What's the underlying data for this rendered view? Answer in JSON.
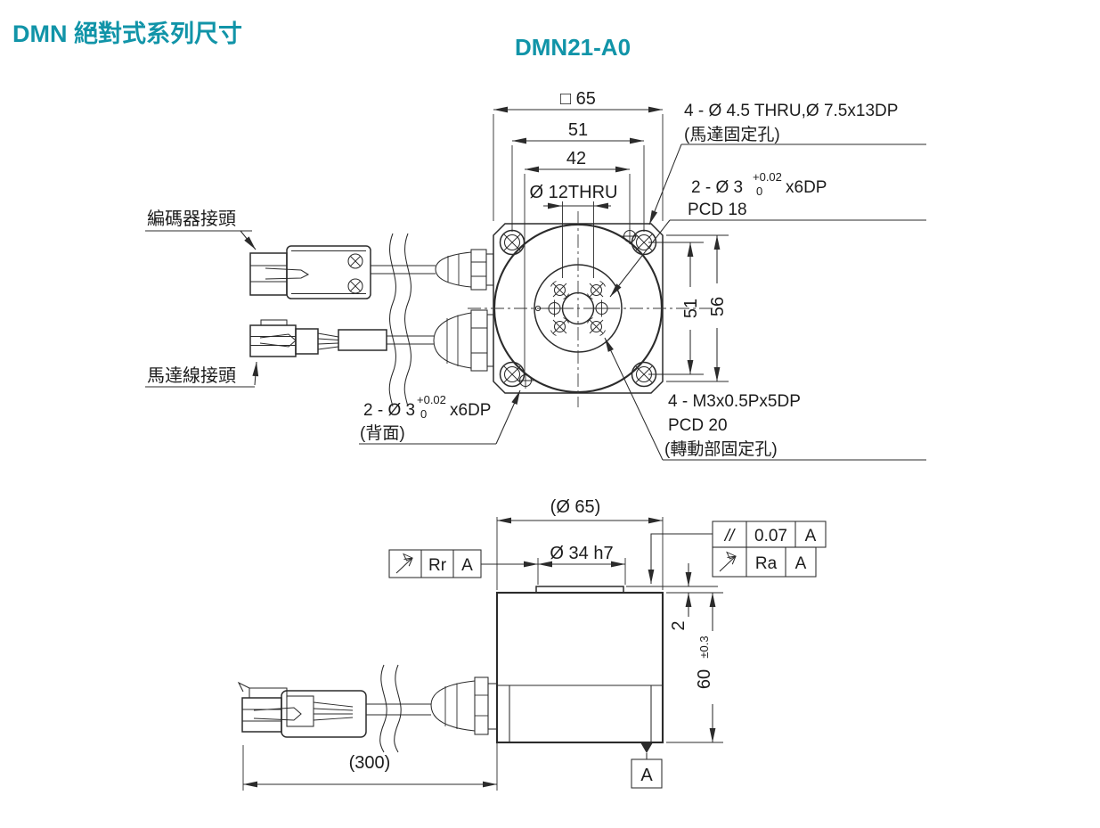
{
  "page": {
    "title": "DMN 絕對式系列尺寸",
    "variant": "DMN21-A0"
  },
  "colors": {
    "accent": "#1194a8",
    "line": "#2b2b2b",
    "text": "#1c1c1c"
  },
  "top_view": {
    "dims": {
      "square65": "□ 65",
      "h51": "51",
      "h42": "42",
      "center_hole": "Ø 12THRU",
      "v51": "51",
      "v56": "56"
    },
    "callouts": {
      "motor_mount_1": "4 - Ø 4.5 THRU,Ø 7.5x13DP",
      "motor_mount_2": "(馬達固定孔)",
      "pin_front_pre": "2 - Ø 3",
      "pin_front_tol_up": "+0.02",
      "pin_front_tol_dn": "0",
      "pin_front_post": "x6DP",
      "pin_front_pcd": "PCD 18",
      "rotor_mount_1": "4 - M3x0.5Px5DP",
      "rotor_mount_2": "PCD 20",
      "rotor_mount_3": "(轉動部固定孔)",
      "pin_back_pre": "2 - Ø 3",
      "pin_back_tol_up": "+0.02",
      "pin_back_tol_dn": "0",
      "pin_back_post": "x6DP",
      "pin_back_note": "(背面)",
      "encoder_connector": "編碼器接頭",
      "motor_connector": "馬達線接頭"
    }
  },
  "side_view": {
    "dims": {
      "dia65": "(Ø 65)",
      "dia34": "Ø 34 h7",
      "plate_h": "2",
      "total_h": "60",
      "total_h_tol": "±0.3",
      "cable_len": "(300)"
    },
    "gdnt": {
      "parallelism_symbol": "//",
      "parallelism_value": "0.07",
      "parallelism_datum": "A",
      "runout_left_label": "Rr",
      "runout_left_datum": "A",
      "runout_right_label": "Ra",
      "runout_right_datum": "A",
      "datum_label": "A"
    }
  }
}
